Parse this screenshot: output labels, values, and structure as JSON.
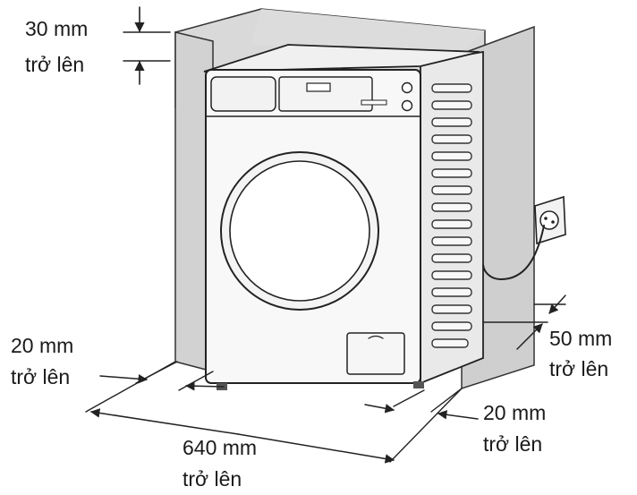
{
  "labels": {
    "top": {
      "value": "30 mm",
      "note": "trở lên"
    },
    "left": {
      "value": "20 mm",
      "note": "trở lên"
    },
    "back_right": {
      "value": "50 mm",
      "note": "trở lên"
    },
    "front_right": {
      "value": "20 mm",
      "note": "trở lên"
    },
    "width": {
      "value": "640 mm",
      "note": "trở lên"
    }
  },
  "colors": {
    "panel": "#d6d6d6",
    "panel_dark": "#c4c4c4",
    "machine": "#f7f7f7",
    "line": "#222222"
  }
}
